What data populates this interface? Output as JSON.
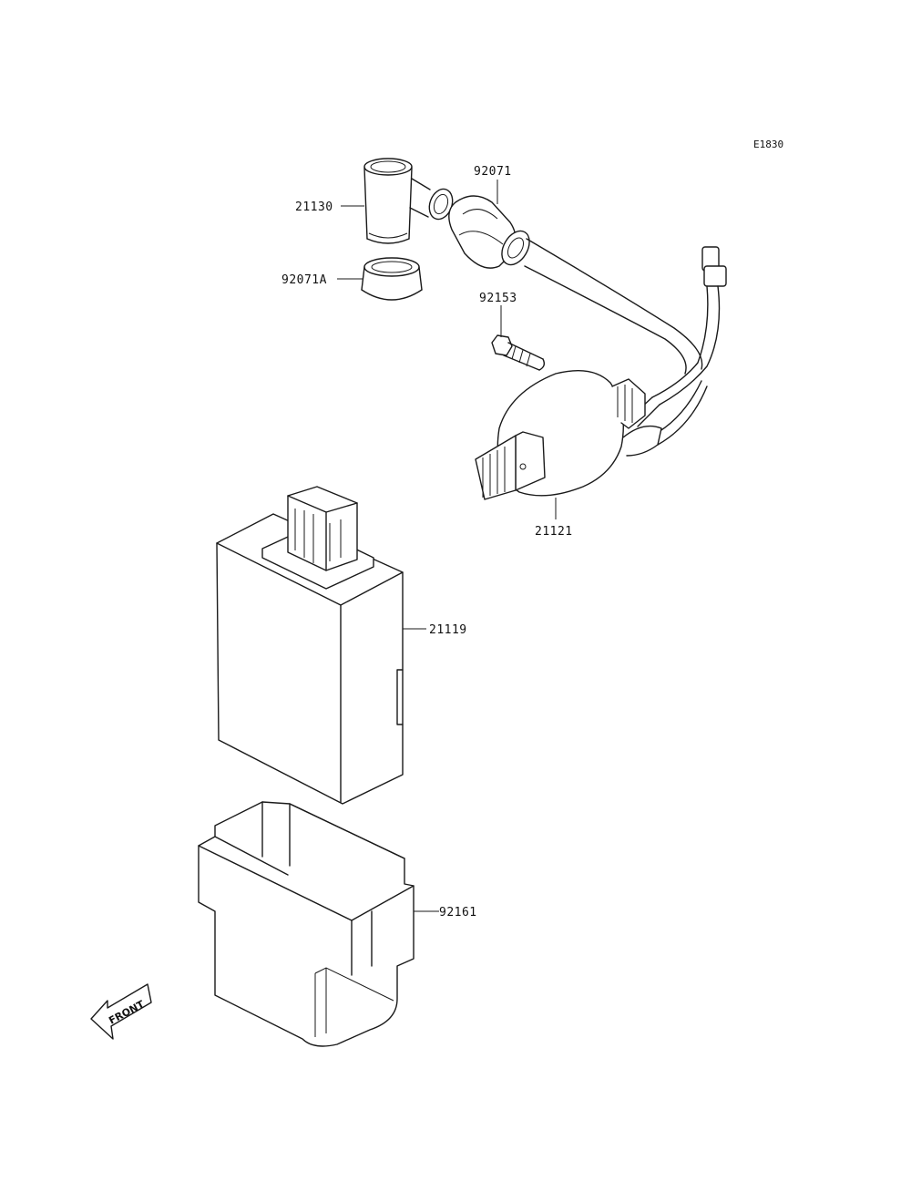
{
  "diagram_code": "E1830",
  "parts": [
    {
      "number": "21130"
    },
    {
      "number": "92071"
    },
    {
      "number": "92071A"
    },
    {
      "number": "92153"
    },
    {
      "number": "21121"
    },
    {
      "number": "21119"
    },
    {
      "number": "92161"
    }
  ],
  "direction_marker": "FRONT",
  "colors": {
    "line": "#1a1a1a",
    "background": "#ffffff"
  }
}
